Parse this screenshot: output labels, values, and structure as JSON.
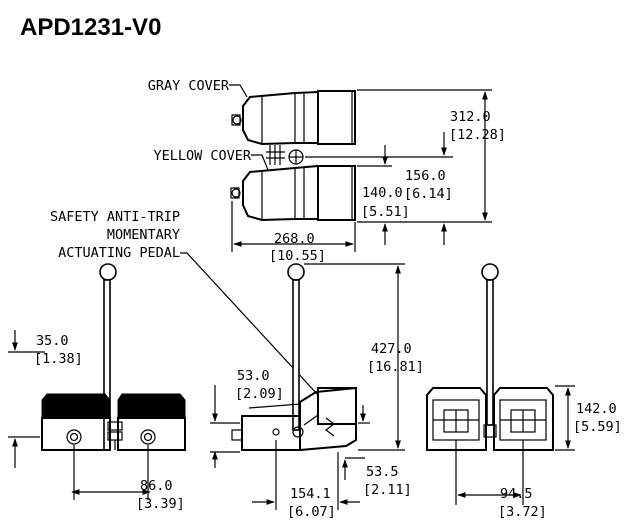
{
  "title": "APD1231-V0",
  "callouts": {
    "gray_cover": "GRAY COVER",
    "yellow_cover": "YELLOW COVER",
    "pedal_line1": "SAFETY ANTI-TRIP",
    "pedal_line2": "MOMENTARY",
    "pedal_line3": "ACTUATING PEDAL"
  },
  "dimensions": {
    "top_height_mm": "312.0",
    "top_height_in": "[12.28]",
    "top_offset_mm": "156.0",
    "top_offset_in": "[6.14]",
    "top_depth_mm": "140.0",
    "top_depth_in": "[5.51]",
    "top_length_mm": "268.0",
    "top_length_in": "[10.55]",
    "rod_height_mm": "427.0",
    "rod_height_in": "[16.81]",
    "left_height_mm": "35.0",
    "left_height_in": "[1.38]",
    "left_width_mm": "86.0",
    "left_width_in": "[3.39]",
    "side_height_mm": "53.0",
    "side_height_in": "[2.09]",
    "side_width_mm": "154.1",
    "side_width_in": "[6.07]",
    "side_offset_mm": "53.5",
    "side_offset_in": "[2.11]",
    "right_height_mm": "142.0",
    "right_height_in": "[5.59]",
    "right_width_mm": "94.5",
    "right_width_in": "[3.72]"
  }
}
